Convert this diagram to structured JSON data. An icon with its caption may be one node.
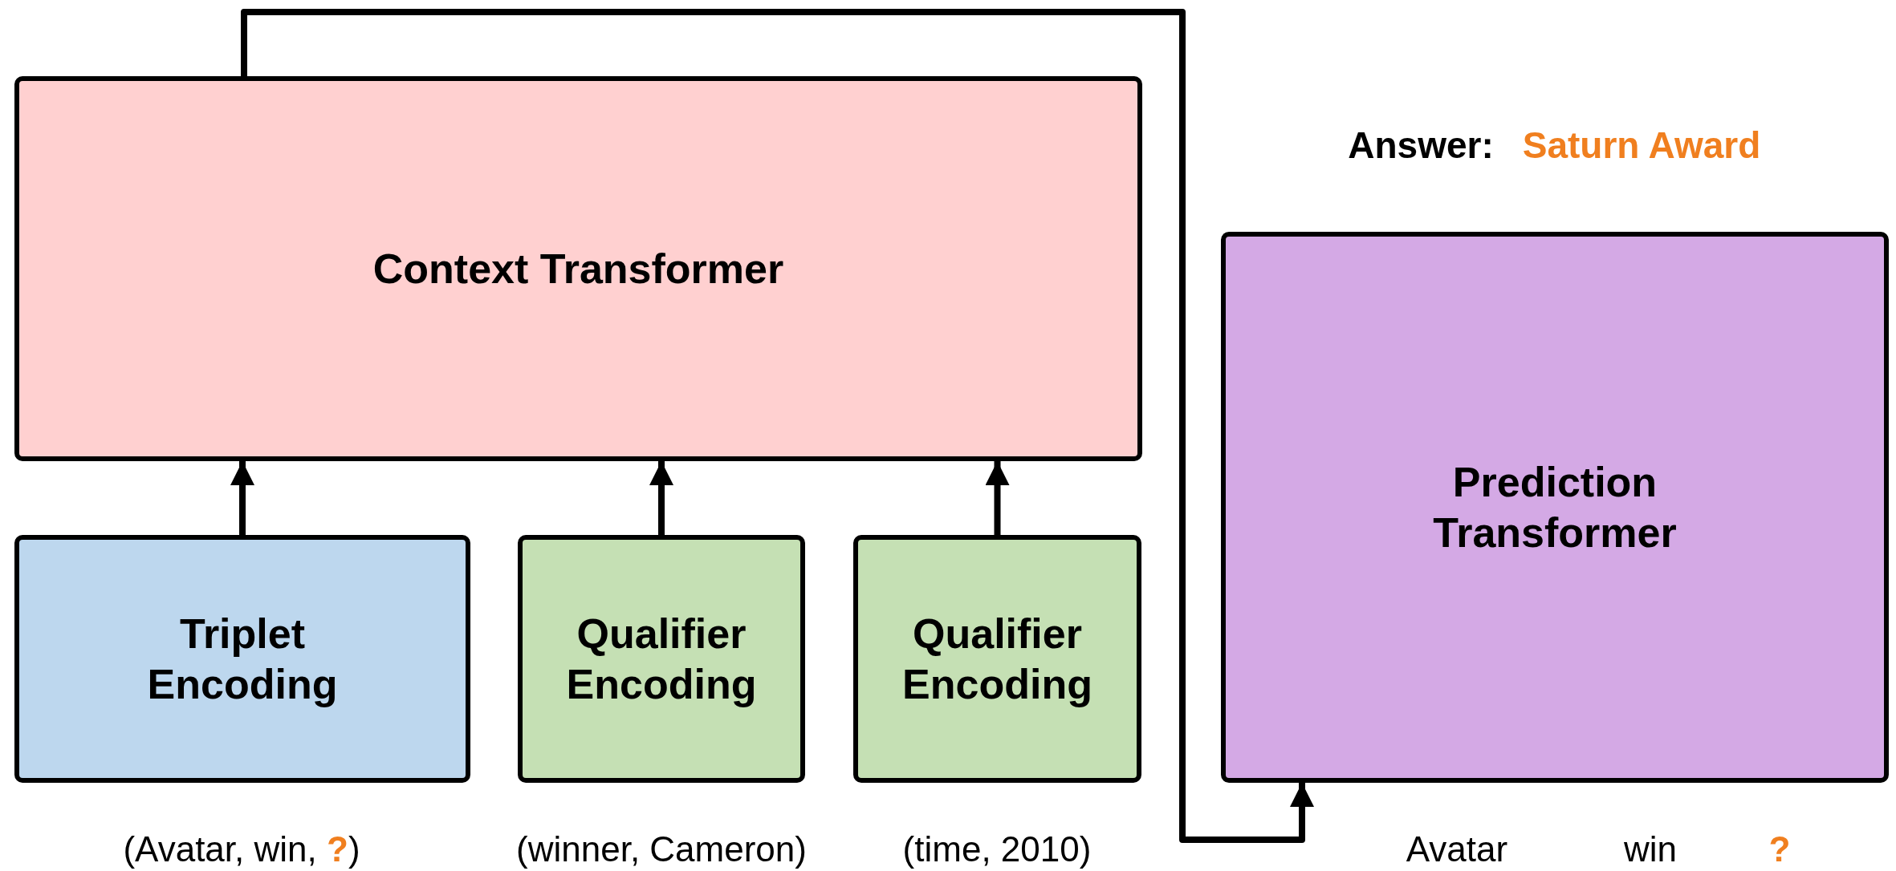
{
  "diagram": {
    "nodes": [
      {
        "text": [
          "Context Transformer"
        ]
      },
      {
        "text": [
          "Triplet Encoding"
        ]
      },
      {
        "text": [
          "Qualifier Encoding"
        ]
      },
      {
        "text": [
          "Qualifier Encoding"
        ]
      },
      {
        "text": [
          "Prediction Transformer"
        ]
      }
    ],
    "edges": [
      {
        "from": 1,
        "to": 0,
        "arrow": "to"
      },
      {
        "from": 2,
        "to": 0,
        "arrow": "to"
      },
      {
        "from": 3,
        "to": 0,
        "arrow": "to"
      },
      {
        "from": 0,
        "to": 4,
        "arrow": "to"
      }
    ],
    "labels": [
      "Answer:",
      "Saturn Award",
      "(Avatar, win, **?**)",
      "(winner, Cameron)",
      "(time, 2010)",
      "Avatar",
      "win",
      "?"
    ]
  }
}
